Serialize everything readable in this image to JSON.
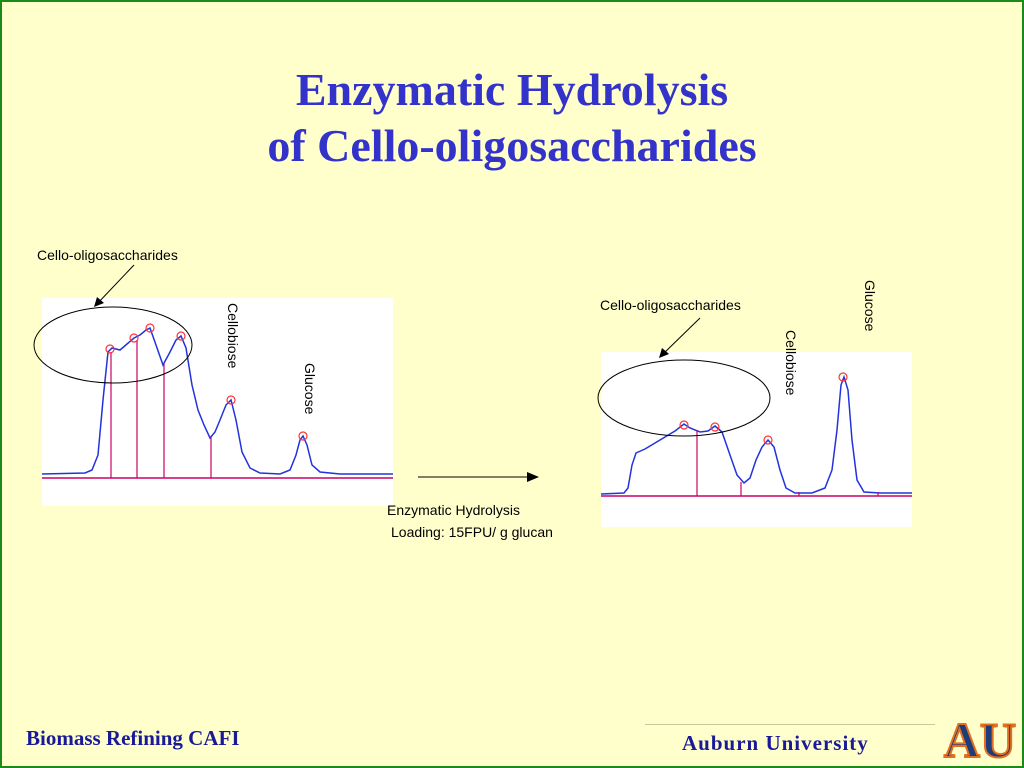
{
  "slide": {
    "title_line1": "Enzymatic Hydrolysis",
    "title_line2": "of Cello-oligosaccharides",
    "footer_left": "Biomass Refining CAFI",
    "footer_right": "Auburn University",
    "logo_text": "AU"
  },
  "left_chromatogram": {
    "label_oligo": "Cello-oligosaccharides",
    "label_cellobiose": "Cellobiose",
    "label_glucose": "Glucose"
  },
  "right_chromatogram": {
    "label_oligo": "Cello-oligosaccharides",
    "label_cellobiose": "Cellobiose",
    "label_glucose": "Glucose"
  },
  "process": {
    "line1": "Enzymatic Hydrolysis",
    "line2": "Loading: 15FPU/ g glucan"
  },
  "colors": {
    "background": "#ffffcc",
    "border": "#1a8a1a",
    "title": "#3333cc",
    "trace": "#2233dd",
    "baseline": "#cc0066",
    "peak_marker": "#ff3333",
    "footer_text": "#1a1a99",
    "logo_blue": "#1f3c7a",
    "logo_orange": "#e07020"
  }
}
